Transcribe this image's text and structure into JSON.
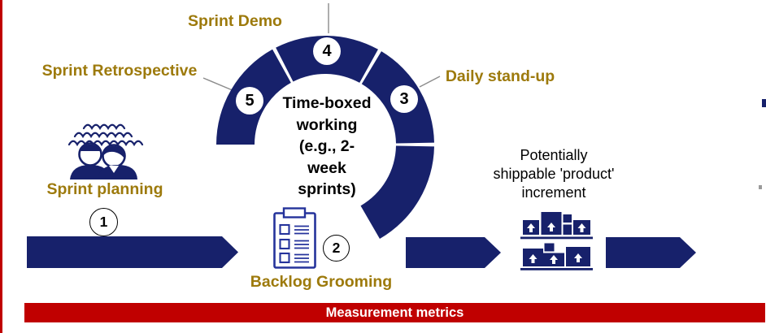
{
  "slide": {
    "cycle": {
      "center_text": [
        "Time-boxed",
        "working",
        "(e.g., 2-",
        "week",
        "sprints)"
      ],
      "steps": {
        "one": {
          "num": "1",
          "label": "Sprint planning"
        },
        "two": {
          "num": "2",
          "label": "Backlog Grooming"
        },
        "three": {
          "num": "3",
          "label": "Daily stand-up"
        },
        "four": {
          "num": "4",
          "label": "Sprint Demo"
        },
        "five": {
          "num": "5",
          "label": "Sprint Retrospective"
        }
      }
    },
    "increment_label": [
      "Potentially",
      "shippable 'product'",
      "increment"
    ],
    "footer": {
      "measurement_metrics": "Measurement metrics"
    },
    "icons": {
      "team": "team-people-icon",
      "backlog": "checklist-clipboard-icon",
      "increment": "shippable-boxes-icon"
    },
    "colors": {
      "navy": "#17216B",
      "gold": "#9D7A0C",
      "red": "#C00000",
      "leader_line_gray": "#8C8C8C",
      "clipboard_blue": "#25339B"
    }
  }
}
